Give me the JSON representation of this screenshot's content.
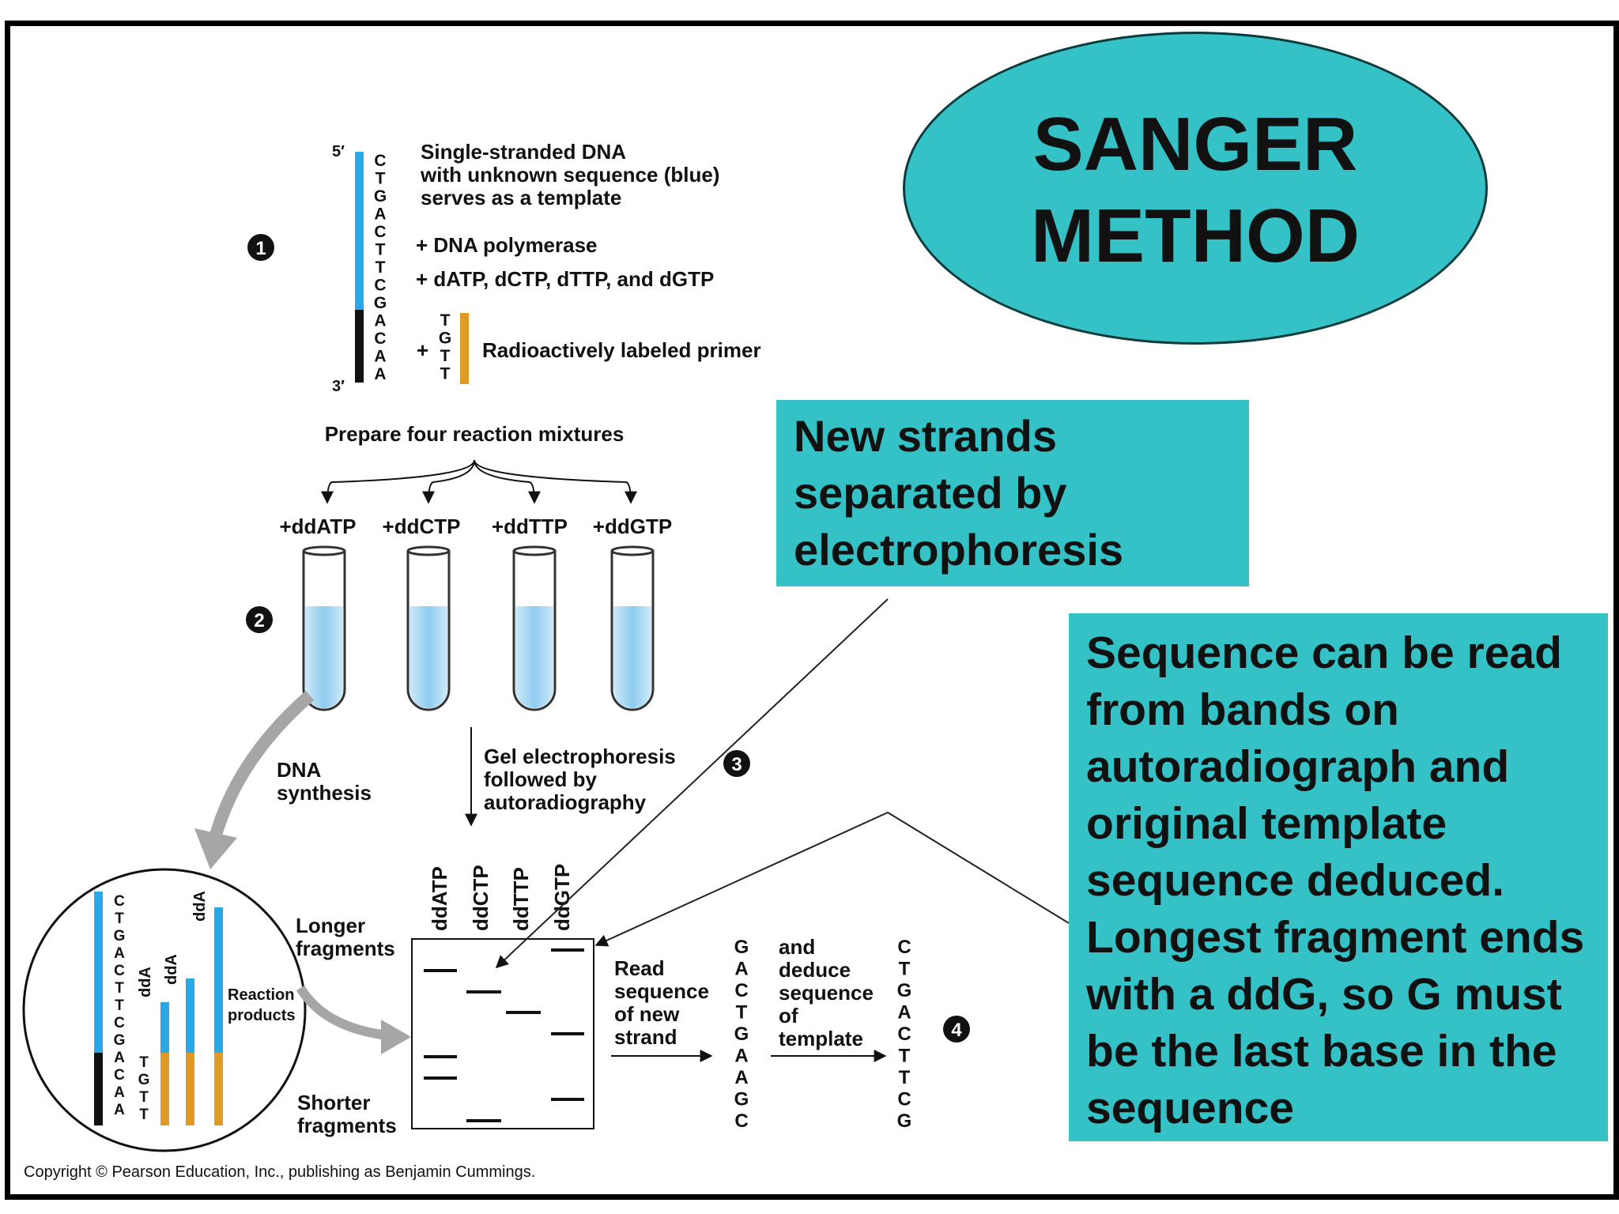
{
  "title": {
    "line1": "SANGER",
    "line2": "METHOD"
  },
  "step_markers": [
    "1",
    "2",
    "3",
    "4"
  ],
  "template": {
    "five_prime": "5′",
    "three_prime": "3′",
    "bases": [
      "C",
      "T",
      "G",
      "A",
      "C",
      "T",
      "T",
      "C",
      "G",
      "A",
      "C",
      "A",
      "A"
    ],
    "desc_line1": "Single-stranded DNA",
    "desc_line2": "with unknown sequence (blue)",
    "desc_line3": "serves as a template",
    "polymerase": "+ DNA polymerase",
    "dntps": "+ dATP, dCTP, dTTP, and dGTP",
    "primer_plus": "+",
    "primer_bases": [
      "T",
      "G",
      "T",
      "T"
    ],
    "primer_label": "Radioactively labeled primer"
  },
  "mixtures": {
    "heading": "Prepare four reaction mixtures",
    "tubes": [
      "+ddATP",
      "+ddCTP",
      "+ddTTP",
      "+ddGTP"
    ]
  },
  "synthesis": {
    "line1": "DNA",
    "line2": "synthesis"
  },
  "circle": {
    "template_bases": [
      "C",
      "T",
      "G",
      "A",
      "C",
      "T",
      "T",
      "C",
      "G",
      "A",
      "C",
      "A",
      "A"
    ],
    "primer_bases": [
      "T",
      "G",
      "T",
      "T"
    ],
    "strand_labels": [
      "ddA",
      "ddA",
      "ddA"
    ],
    "reaction_line1": "Reaction",
    "reaction_line2": "products"
  },
  "gel": {
    "method_line1": "Gel electrophoresis",
    "method_line2": "followed by",
    "method_line3": "autoradiography",
    "lanes": [
      "ddATP",
      "ddCTP",
      "ddTTP",
      "ddGTP"
    ],
    "longer_line1": "Longer",
    "longer_line2": "fragments",
    "shorter_line1": "Shorter",
    "shorter_line2": "fragments"
  },
  "reading": {
    "read_line1": "Read",
    "read_line2": "sequence",
    "read_line3": "of new",
    "read_line4": "strand",
    "new_strand": [
      "G",
      "A",
      "C",
      "T",
      "G",
      "A",
      "A",
      "G",
      "C"
    ],
    "deduce_line1": "and",
    "deduce_line2": "deduce",
    "deduce_line3": "sequence",
    "deduce_line4": "of",
    "deduce_line5": "template",
    "template_seq": [
      "C",
      "T",
      "G",
      "A",
      "C",
      "T",
      "T",
      "C",
      "G"
    ]
  },
  "callouts": {
    "electrophoresis": [
      "New strands",
      "separated by",
      "electrophoresis"
    ],
    "sequence": [
      "Sequence can be read",
      "from bands on",
      "autoradiograph and",
      "original template",
      "sequence deduced.",
      "Longest fragment ends",
      "with a ddG, so G must",
      "be the last base in the",
      "sequence"
    ]
  },
  "copyright": "Copyright © Pearson Education, Inc., publishing as Benjamin Cummings.",
  "colors": {
    "template_blue": "#2aa7e6",
    "primer_orange": "#e09a26",
    "callout_teal": "#35c2c6",
    "tube_liquid": "#a9d8f2"
  }
}
